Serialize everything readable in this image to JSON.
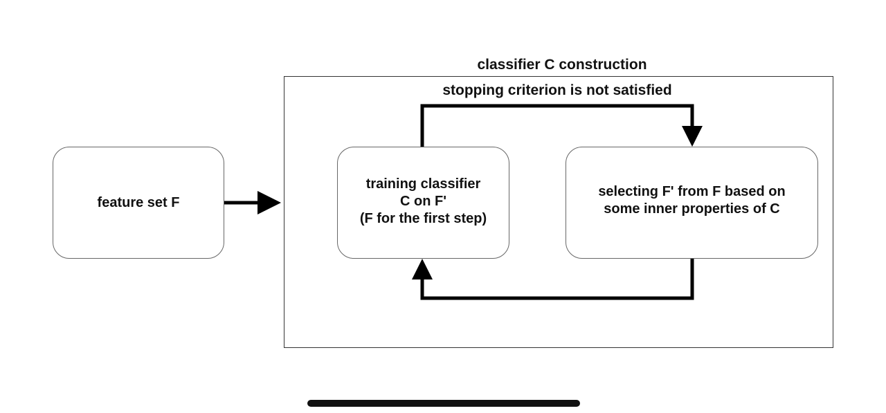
{
  "diagram": {
    "group": {
      "title": "classifier C construction"
    },
    "loop_label": "stopping criterion is not satisfied",
    "nodes": {
      "feature_set": "feature set F",
      "training": "training classifier\nC on F'\n (F for the first step)",
      "selecting": "selecting F' from F based on\nsome inner properties of C"
    }
  }
}
